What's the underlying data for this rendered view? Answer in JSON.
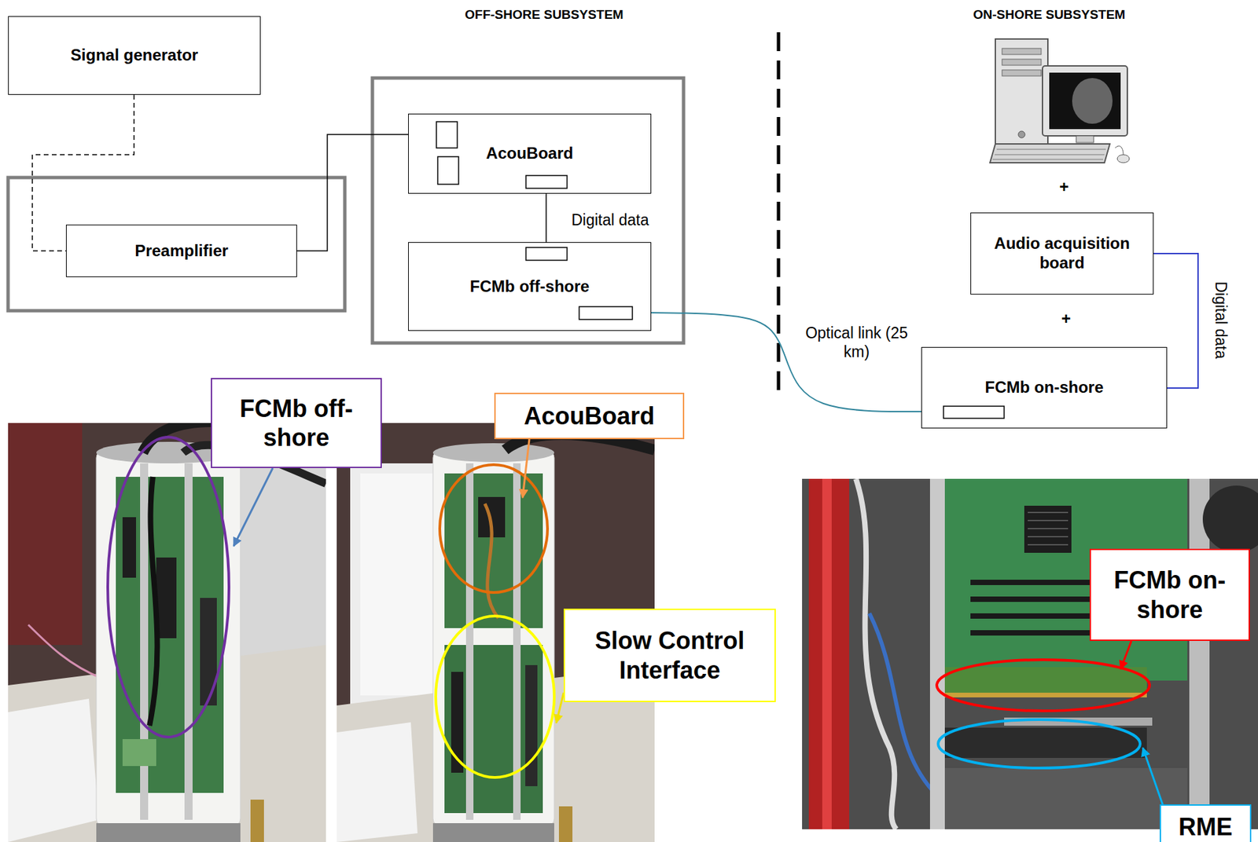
{
  "diagram": {
    "nodes": [
      {
        "text": [
          "Signal generator"
        ]
      },
      {
        "text": [
          "Preamplifier"
        ]
      },
      {
        "text": [
          "AcouBoard"
        ]
      },
      {
        "text": [
          "FCMb off-shore"
        ]
      },
      {
        "text": [
          "Audio acquisition board"
        ]
      },
      {
        "text": [
          "FCMb on-shore"
        ]
      },
      {
        "text": [
          "FCMb off-shore"
        ]
      },
      {
        "text": [
          "AcouBoard"
        ]
      },
      {
        "text": [
          "Slow Control Interface"
        ]
      },
      {
        "text": [
          "FCMb on-shore"
        ]
      },
      {
        "text": [
          "RME"
        ]
      }
    ],
    "edges": [
      {
        "from": 0,
        "to": 1,
        "arrow": "none"
      },
      {
        "from": 1,
        "to": 2,
        "arrow": "none"
      },
      {
        "from": 2,
        "to": 3,
        "label": "Digital data",
        "arrow": "none"
      },
      {
        "from": 3,
        "to": 5,
        "label": "Optical link (25 km)",
        "arrow": "none"
      },
      {
        "from": 4,
        "to": 5,
        "label": "Digital data",
        "arrow": "none"
      }
    ],
    "labels": [
      "OFF-SHORE SUBSYSTEM",
      "ON-SHORE SUBSYSTEM",
      "+",
      "+"
    ]
  }
}
